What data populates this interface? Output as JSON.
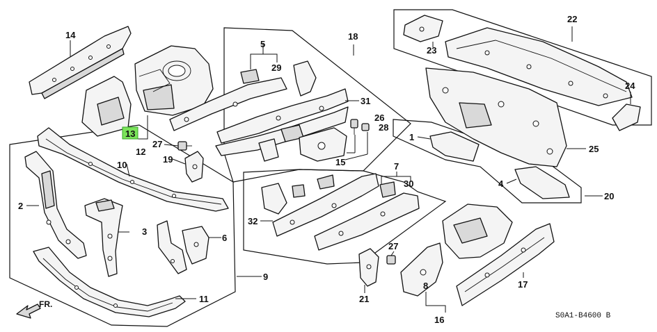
{
  "diagram": {
    "highlight_color": "#7be35a",
    "callouts": {
      "c1": "1",
      "c2": "2",
      "c3": "3",
      "c4": "4",
      "c5": "5",
      "c6": "6",
      "c7": "7",
      "c8": "8",
      "c9": "9",
      "c10": "10",
      "c11": "11",
      "c12": "12",
      "c13": "13",
      "c14": "14",
      "c15": "15",
      "c16": "16",
      "c17": "17",
      "c18": "18",
      "c19": "19",
      "c20": "20",
      "c21": "21",
      "c22": "22",
      "c23": "23",
      "c24": "24",
      "c25": "25",
      "c26": "26",
      "c27a": "27",
      "c27b": "27",
      "c28": "28",
      "c29": "29",
      "c30": "30",
      "c31": "31",
      "c32": "32"
    },
    "highlighted_callout": "13",
    "front_label": "FR.",
    "diagram_code": "S0A1-B4600 B"
  }
}
